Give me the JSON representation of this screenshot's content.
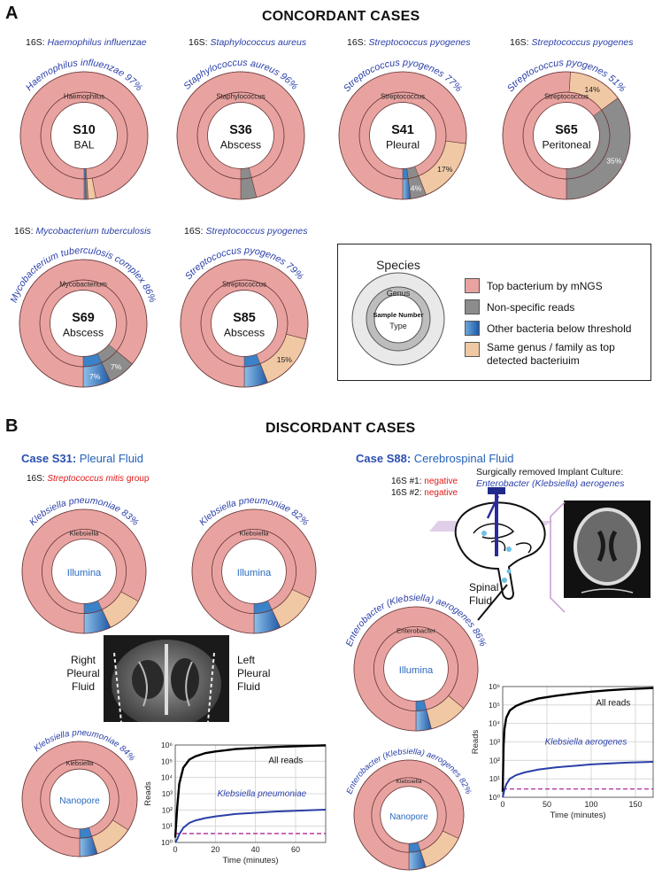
{
  "panel_a": {
    "letter": "A",
    "title": "CONCORDANT CASES",
    "charts": [
      {
        "s16_prefix": "16S: ",
        "s16_organism": "Haemophilus influenzae",
        "species_label": "Haemophilus influenzae 97%",
        "genus": "Haemophilus",
        "sample": "S10",
        "type": "BAL",
        "segments": {
          "top": 97,
          "nonspecific": 0.5,
          "other": 0.5,
          "same_genus": 2
        },
        "labels": {}
      },
      {
        "s16_prefix": "16S: ",
        "s16_organism": "Staphylococcus aureus",
        "species_label": "Staphylococcus aureus 96%",
        "genus": "Staphylococcus",
        "sample": "S36",
        "type": "Abscess",
        "segments": {
          "top": 96,
          "nonspecific": 4,
          "other": 0,
          "same_genus": 0
        },
        "labels": {}
      },
      {
        "s16_prefix": "16S: ",
        "s16_organism": "Streptococcus pyogenes",
        "species_label": "Streptococcus pyogenes 77%",
        "genus": "Streptococcus",
        "sample": "S41",
        "type": "Pleural",
        "segments": {
          "top": 77,
          "nonspecific": 4,
          "other": 2,
          "same_genus": 17
        },
        "labels": {
          "nonspecific": "4%",
          "same_genus": "17%"
        }
      },
      {
        "s16_prefix": "16S: ",
        "s16_organism": "Streptococcus pyogenes",
        "species_label": "Streptococcus pyogenes 51%",
        "genus": "Streptococcus",
        "sample": "S65",
        "type": "Peritoneal",
        "segments": {
          "top": 51,
          "nonspecific": 35,
          "other": 0,
          "same_genus": 14
        },
        "labels": {
          "nonspecific": "35%",
          "same_genus": "14%"
        }
      },
      {
        "s16_prefix": "16S: ",
        "s16_organism": "Mycobacterium tuberculosis",
        "species_label": "Mycobacterium tuberculosis complex 86%",
        "genus": "Mycobacterium",
        "sample": "S69",
        "type": "Abscess",
        "segments": {
          "top": 86,
          "nonspecific": 7,
          "other": 7,
          "same_genus": 0
        },
        "labels": {
          "nonspecific": "7%",
          "other": "7%"
        }
      },
      {
        "s16_prefix": "16S: ",
        "s16_organism": "Streptococcus pyogenes",
        "species_label": "Streptococcus pyogenes 79%",
        "genus": "Streptococcus",
        "sample": "S85",
        "type": "Abscess",
        "segments": {
          "top": 79,
          "nonspecific": 0,
          "other": 6,
          "same_genus": 15
        },
        "labels": {
          "same_genus": "15%"
        }
      }
    ],
    "legend": {
      "diagram_species": "Species",
      "diagram_genus": "Genus",
      "diagram_sample": "Sample Number",
      "diagram_type": "Type",
      "items": [
        {
          "label": "Top bacterium by mNGS",
          "color": "#e8a3a0"
        },
        {
          "label": "Non-specific reads",
          "color": "#8c8c8c"
        },
        {
          "label": "Other bacteria below threshold",
          "color": "#2a78c4"
        },
        {
          "label": "Same genus / family as top detected bacteriuim",
          "color": "#f0c8a4"
        }
      ]
    }
  },
  "panel_b": {
    "letter": "B",
    "title": "DISCORDANT CASES",
    "case_s31": {
      "case_label": "Case S31:",
      "specimen": "Pleural Fluid",
      "s16_prefix": "16S: ",
      "s16_organism": "Streptococcus mitis",
      "s16_suffix": " group",
      "donut_left": {
        "species_label": "Klebsiella pneumoniae 83%",
        "genus": "Klebsiella",
        "platform": "Illumina"
      },
      "donut_right": {
        "species_label": "Klebsiella pneumoniae 82%",
        "genus": "Klebsiella",
        "platform": "Illumina"
      },
      "donut_nanopore": {
        "species_label": "Klebsiella pneumoniae 84%",
        "genus": "Klebsiella",
        "platform": "Nanopore"
      },
      "right_pleural": "Right Pleural Fluid",
      "left_pleural": "Left Pleural Fluid"
    },
    "case_s88": {
      "case_label": "Case S88:",
      "specimen": "Cerebrospinal Fluid",
      "implant_title": "Surgically removed Implant Culture:",
      "implant_organism": "Enterobacter (Klebsiella) aerogenes",
      "s16_1": "16S #1:",
      "s16_1_result": "negative",
      "s16_2": "16S #2:",
      "s16_2_result": "negative",
      "spinal_fluid": "Spinal Fluid",
      "donut_illumina": {
        "species_label": "Enterobacter (Klebsiella) aerogenes 86%",
        "genus": "Enterobacter",
        "platform": "Illumina"
      },
      "donut_nanopore": {
        "species_label": "Enterobacter (Klebsiella) aerogenes 82%",
        "genus": "Klebsiella",
        "platform": "Nanopore"
      }
    }
  },
  "chart_data": [
    {
      "type": "line",
      "xlabel": "Time (minutes)",
      "ylabel": "Reads",
      "xlim": [
        0,
        75
      ],
      "ylim_log10": [
        0,
        6
      ],
      "log_y": true,
      "x_ticks": [
        "0",
        "20",
        "40",
        "60"
      ],
      "y_ticks": [
        "10⁰",
        "10¹",
        "10²",
        "10³",
        "10⁴",
        "10⁵",
        "10⁶"
      ],
      "series": [
        {
          "name": "All reads",
          "color": "#000000",
          "x": [
            0,
            1,
            2,
            4,
            7,
            10,
            15,
            20,
            30,
            40,
            50,
            60,
            70,
            75
          ],
          "y_log10": [
            0.3,
            2.2,
            3.6,
            4.6,
            5.1,
            5.3,
            5.5,
            5.6,
            5.75,
            5.82,
            5.88,
            5.92,
            5.96,
            5.98
          ]
        },
        {
          "name": "Klebsiella pneumoniae",
          "color": "#2a3fa8",
          "x": [
            0,
            1,
            2,
            4,
            7,
            10,
            15,
            20,
            30,
            40,
            50,
            60,
            70,
            75
          ],
          "y_log10": [
            0,
            0.2,
            0.5,
            0.9,
            1.2,
            1.35,
            1.5,
            1.6,
            1.75,
            1.83,
            1.9,
            1.95,
            2.0,
            2.02
          ]
        }
      ],
      "threshold_log10": 0.55
    },
    {
      "type": "line",
      "xlabel": "Time (minutes)",
      "ylabel": "Reads",
      "xlim": [
        0,
        170
      ],
      "ylim_log10": [
        0,
        6
      ],
      "log_y": true,
      "x_ticks": [
        "0",
        "50",
        "100",
        "150"
      ],
      "y_ticks": [
        "10⁰",
        "10¹",
        "10²",
        "10³",
        "10⁴",
        "10⁵",
        "10⁶"
      ],
      "series": [
        {
          "name": "All reads",
          "color": "#000000",
          "x": [
            0,
            1,
            2,
            4,
            8,
            15,
            25,
            40,
            60,
            80,
            100,
            120,
            140,
            170
          ],
          "y_log10": [
            0.3,
            2.8,
            3.7,
            4.3,
            4.7,
            4.95,
            5.15,
            5.35,
            5.5,
            5.62,
            5.72,
            5.8,
            5.86,
            5.92
          ]
        },
        {
          "name": "Klebsiella aerogenes",
          "color": "#2a3fa8",
          "x": [
            0,
            2,
            4,
            8,
            15,
            25,
            40,
            60,
            80,
            100,
            120,
            140,
            170
          ],
          "y_log10": [
            0,
            0.4,
            0.7,
            1.0,
            1.2,
            1.35,
            1.5,
            1.62,
            1.7,
            1.78,
            1.83,
            1.88,
            1.92
          ]
        }
      ],
      "threshold_log10": 0.45
    }
  ]
}
